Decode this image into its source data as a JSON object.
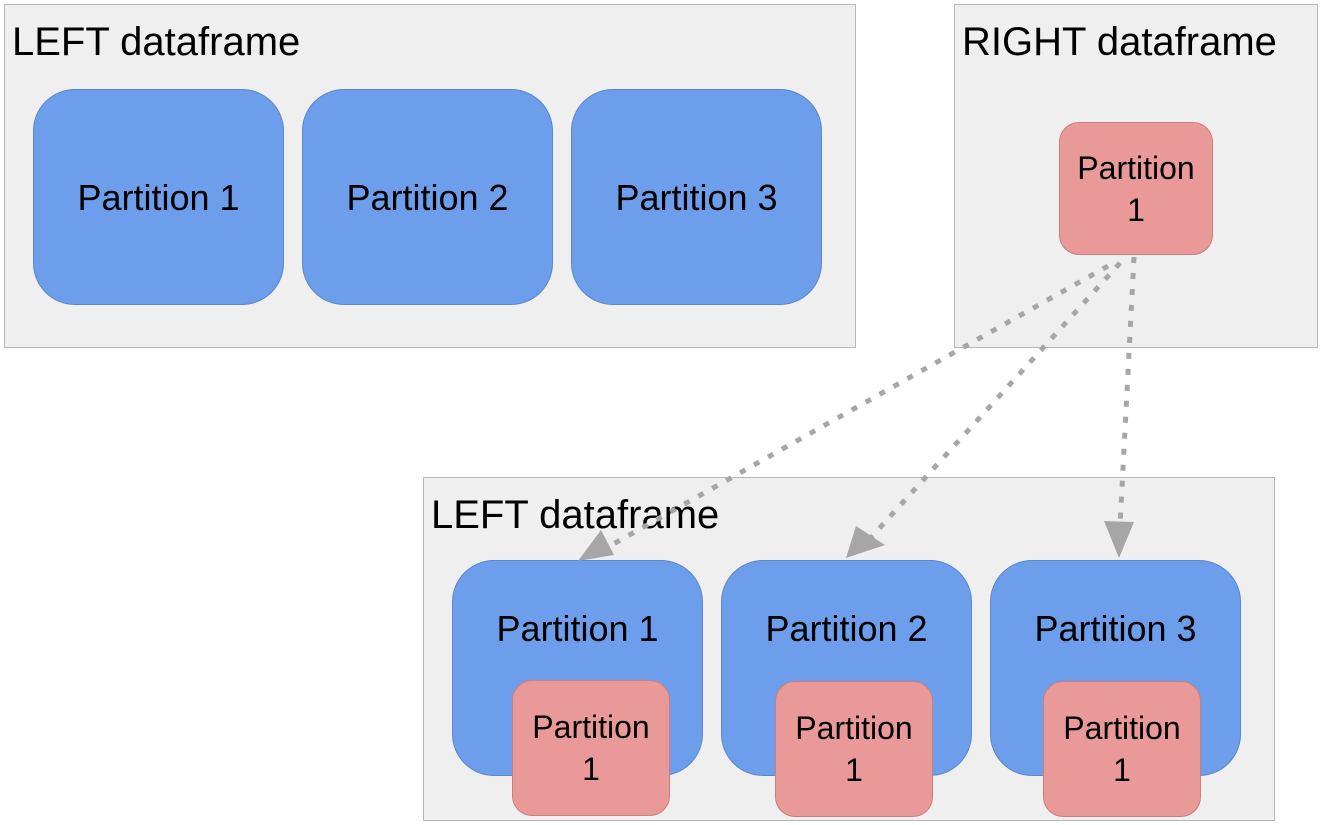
{
  "colors": {
    "panel_bg": "#efefef",
    "left_partition": "#6d9eeb",
    "right_partition": "#ea9999",
    "arrow": "#a6a6a6"
  },
  "top_left": {
    "title": "LEFT dataframe",
    "partitions": [
      "Partition 1",
      "Partition 2",
      "Partition 3"
    ]
  },
  "right": {
    "title": "RIGHT dataframe",
    "partition": {
      "line1": "Partition",
      "line2": "1"
    }
  },
  "bottom": {
    "title": "LEFT dataframe",
    "partitions": [
      {
        "label": "Partition 1",
        "right_copy": {
          "line1": "Partition",
          "line2": "1"
        }
      },
      {
        "label": "Partition 2",
        "right_copy": {
          "line1": "Partition",
          "line2": "1"
        }
      },
      {
        "label": "Partition 3",
        "right_copy": {
          "line1": "Partition",
          "line2": "1"
        }
      }
    ]
  }
}
